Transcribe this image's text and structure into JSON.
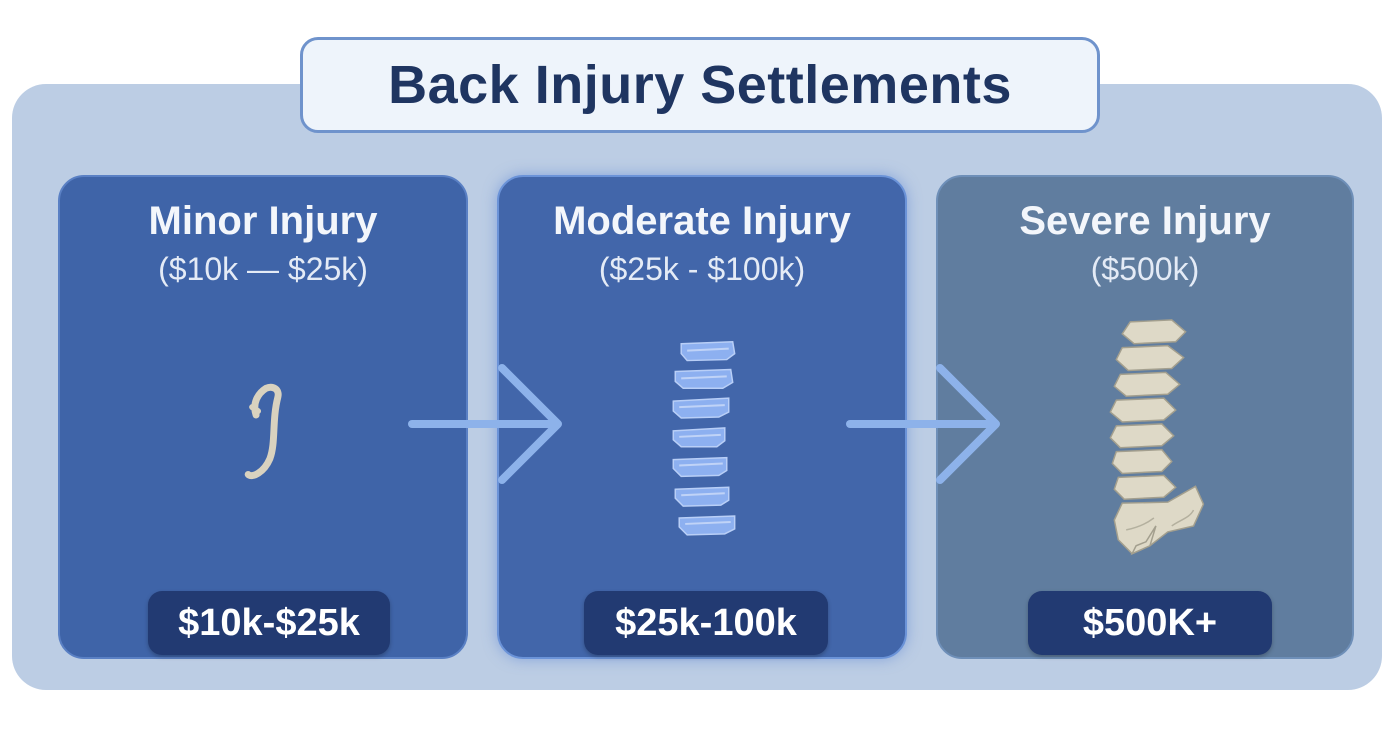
{
  "title": "Back Injury Settlements",
  "colors": {
    "panel_background": "#bccde4",
    "title_text": "#1f3561",
    "card_minor": "#3f64a8",
    "card_moderate": "#4266aa",
    "card_severe": "#607d9f",
    "badge": "#223a72",
    "arrow": "#8db2ea",
    "vertebra_moderate": "#8db0f0",
    "bone": "#ded9c7"
  },
  "cards": [
    {
      "name": "Minor Injury",
      "range": "($10k — $25k)",
      "badge": "$10k-$25k",
      "icon": "minor-spine-icon"
    },
    {
      "name": "Moderate Injury",
      "range": "($25k - $100k)",
      "badge": "$25k-100k",
      "icon": "vertebrae-column-icon"
    },
    {
      "name": "Severe Injury",
      "range": "($500k)",
      "badge": "$500K+",
      "icon": "spine-pelvis-icon"
    }
  ],
  "arrows": [
    "arrow-right-icon",
    "arrow-right-icon"
  ]
}
